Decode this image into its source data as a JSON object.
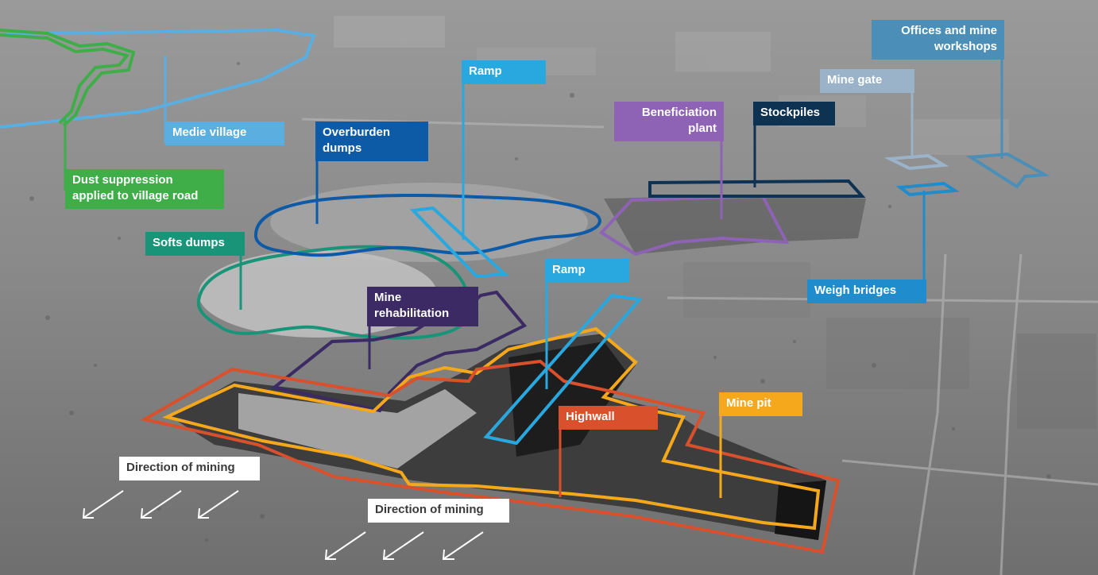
{
  "map": {
    "labels": {
      "medie_village": "Medie village",
      "dust_suppression": "Dust suppression applied to village road",
      "softs_dumps": "Softs dumps",
      "overburden_dumps": "Overburden dumps",
      "ramp_top": "Ramp",
      "mine_rehabilitation": "Mine rehabilitation",
      "ramp_middle": "Ramp",
      "highwall": "Highwall",
      "mine_pit": "Mine pit",
      "beneficiation_plant": "Beneficiation plant",
      "stockpiles": "Stockpiles",
      "mine_gate": "Mine gate",
      "offices_workshops": "Offices and mine workshops",
      "weigh_bridges": "Weigh bridges",
      "direction_left": "Direction of mining",
      "direction_right": "Direction of mining"
    },
    "colors": {
      "medie_village": "#5aaee0",
      "dust_suppression": "#3fae49",
      "softs_dumps": "#1a9479",
      "overburden_dumps": "#0d5aa7",
      "ramp": "#29a8e0",
      "mine_rehabilitation": "#3b2a63",
      "highwall": "#d9502c",
      "mine_pit": "#f5a81c",
      "beneficiation_plant": "#8e63b5",
      "stockpiles": "#0e3251",
      "mine_gate": "#9bb3c8",
      "offices_workshops": "#4b8fb8",
      "weigh_bridges": "#1f8ccd"
    }
  }
}
